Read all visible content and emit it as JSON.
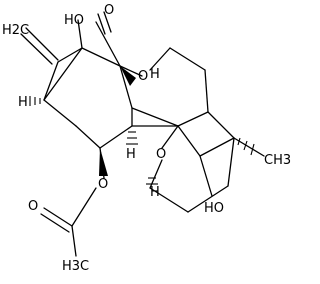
{
  "labels": {
    "ho_top": "HO",
    "o_ketone": "O",
    "o_bridge": "O",
    "h_abs": "H",
    "h_left": "H",
    "h_center": "H",
    "o_ether": "O",
    "h_methine": "H",
    "ho_lower": "HO",
    "o_ester": "O",
    "o_carbonyl": "O",
    "h3c_methyl": "H3C",
    "ch3_methyl": "CH3",
    "h2c_methylene": "H2C"
  },
  "colors": {
    "ink": "#000000",
    "background": "#ffffff"
  }
}
